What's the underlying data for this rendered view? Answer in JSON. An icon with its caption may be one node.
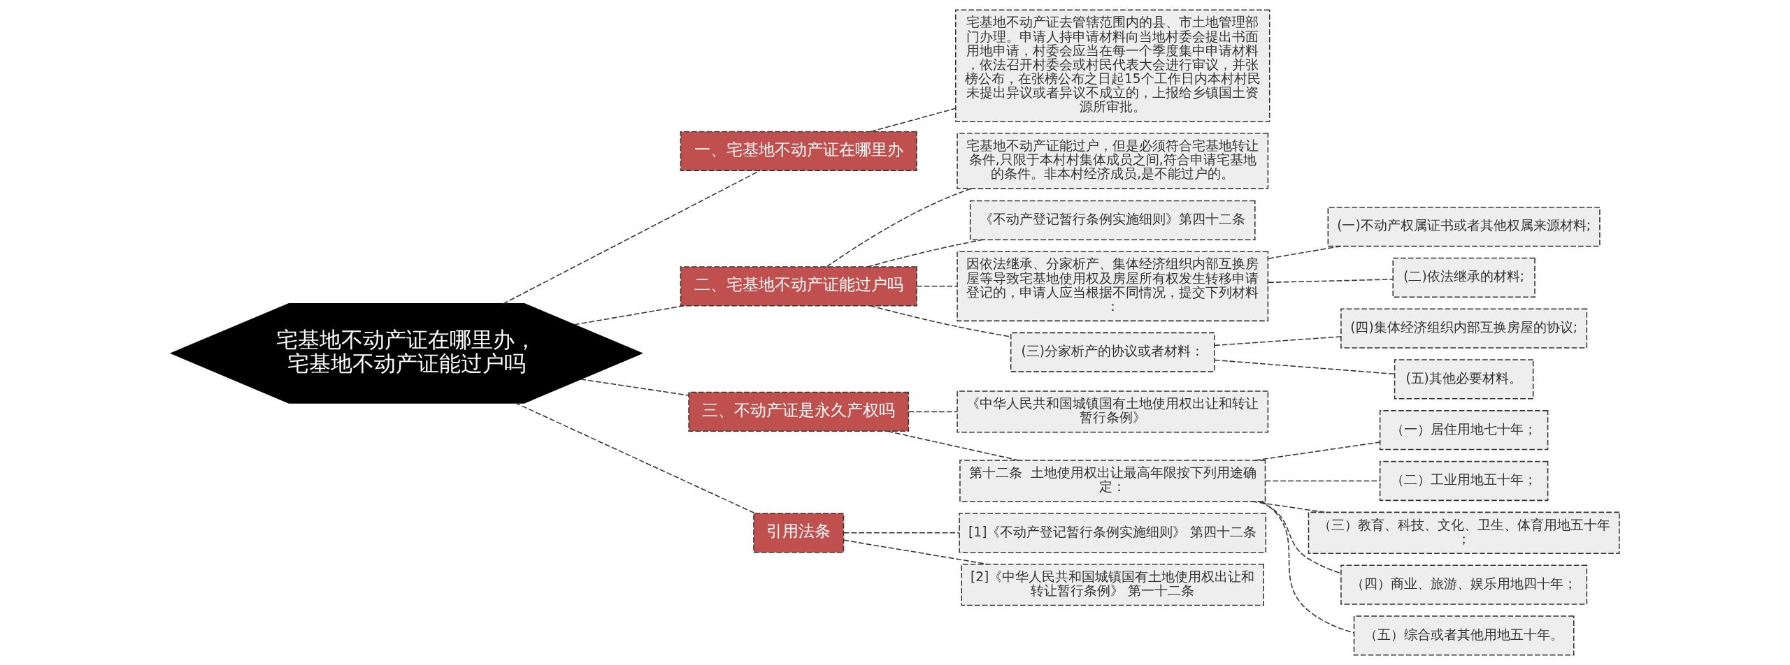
{
  "diagram": {
    "nodes": [
      {
        "text": [
          "宅基地不动产证在哪里办，宅基地不动产证能过户吗"
        ]
      },
      {
        "text": [
          "一、宅基地不动产证在哪里办"
        ]
      },
      {
        "text": [
          "宅基地不动产证去管辖范围内的县、市土地管理部门办理。申请人持申请材料向当地村委会提出书面用地申请，村委会应当在每一个季度集中申请材料，依法召开村委会或村民代表大会进行审议，并张榜公布，在张榜公布之日起15个工作日内本村村民未提出异议或者异议不成立的，上报给乡镇国土资源所审批。"
        ]
      },
      {
        "text": [
          "二、宅基地不动产证能过户吗"
        ]
      },
      {
        "text": [
          "宅基地不动产证能过户，但是必须符合宅基地转让条件,只限于本村村集体成员之间,符合申请宅基地的条件。非本村经济成员,是不能过户的。"
        ]
      },
      {
        "text": [
          "《不动产登记暂行条例实施细则》第四十二条"
        ]
      },
      {
        "text": [
          "因依法继承、分家析产、集体经济组织内部互换房屋等导致宅基地使用权及房屋所有权发生转移申请登记的，申请人应当根据不同情况，提交下列材料："
        ]
      },
      {
        "text": [
          "(一)不动产权属证书或者其他权属来源材料;"
        ]
      },
      {
        "text": [
          "(二)依法继承的材料;"
        ]
      },
      {
        "text": [
          "(三)分家析产的协议或者材料："
        ]
      },
      {
        "text": [
          "(四)集体经济组织内部互换房屋的协议;"
        ]
      },
      {
        "text": [
          "(五)其他必要材料。"
        ]
      },
      {
        "text": [
          "三、不动产证是永久产权吗"
        ]
      },
      {
        "text": [
          "《中华人民共和国城镇国有土地使用权出让和转让暂行条例》"
        ]
      },
      {
        "text": [
          "第十二条  土地使用权出让最高年限按下列用途确定："
        ]
      },
      {
        "text": [
          "（一）居住用地七十年；"
        ]
      },
      {
        "text": [
          "（二）工业用地五十年；"
        ]
      },
      {
        "text": [
          "（三）教育、科技、文化、卫生、体育用地五十年；"
        ]
      },
      {
        "text": [
          "（四）商业、旅游、娱乐用地四十年；"
        ]
      },
      {
        "text": [
          "（五）综合或者其他用地五十年。"
        ]
      },
      {
        "text": [
          "引用法条"
        ]
      },
      {
        "text": [
          "[1]《不动产登记暂行条例实施细则》 第四十二条"
        ]
      },
      {
        "text": [
          "[2]《中华人民共和国城镇国有土地使用权出让和转让暂行条例》 第一十二条"
        ]
      }
    ],
    "edges": [
      {
        "from": 0,
        "to": 1,
        "arrow": "none"
      },
      {
        "from": 1,
        "to": 2,
        "arrow": "none"
      },
      {
        "from": 0,
        "to": 3,
        "arrow": "none"
      },
      {
        "from": 3,
        "to": 4,
        "arrow": "none"
      },
      {
        "from": 3,
        "to": 5,
        "arrow": "none"
      },
      {
        "from": 3,
        "to": 6,
        "arrow": "none"
      },
      {
        "from": 6,
        "to": 7,
        "arrow": "none"
      },
      {
        "from": 6,
        "to": 8,
        "arrow": "none"
      },
      {
        "from": 3,
        "to": 9,
        "arrow": "none"
      },
      {
        "from": 9,
        "to": 10,
        "arrow": "none"
      },
      {
        "from": 9,
        "to": 11,
        "arrow": "none"
      },
      {
        "from": 0,
        "to": 12,
        "arrow": "none"
      },
      {
        "from": 12,
        "to": 13,
        "arrow": "none"
      },
      {
        "from": 12,
        "to": 14,
        "arrow": "none"
      },
      {
        "from": 14,
        "to": 15,
        "arrow": "none"
      },
      {
        "from": 14,
        "to": 16,
        "arrow": "none"
      },
      {
        "from": 14,
        "to": 17,
        "arrow": "none"
      },
      {
        "from": 14,
        "to": 18,
        "arrow": "none"
      },
      {
        "from": 14,
        "to": 19,
        "arrow": "none"
      },
      {
        "from": 0,
        "to": 20,
        "arrow": "none"
      },
      {
        "from": 20,
        "to": 21,
        "arrow": "none"
      },
      {
        "from": 20,
        "to": 22,
        "arrow": "none"
      }
    ]
  }
}
